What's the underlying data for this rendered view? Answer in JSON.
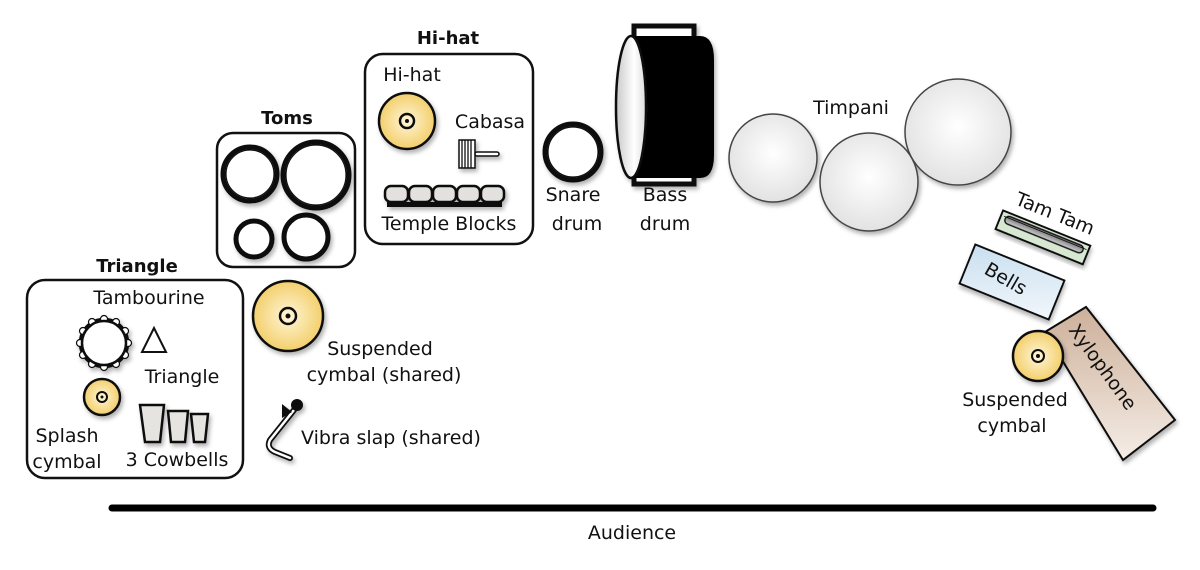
{
  "diagram": {
    "title": "Percussion section stage layout",
    "colors": {
      "cymbal": "#f6d67a",
      "cymbal_light": "#fff4d0",
      "drum_shell": "#000000",
      "timpani": "#f0f0f0",
      "tamtam_frame": "#d6e8d2",
      "bells": "#d8e8f3",
      "xylophone": "#d9c2b0",
      "cowbell": "#e6e4e0",
      "outline": "#111111"
    },
    "groups": {
      "triangle": {
        "title": "Triangle",
        "items": {
          "tambourine": "Tambourine",
          "triangle": "Triangle",
          "splash_line1": "Splash",
          "splash_line2": "cymbal",
          "cowbells": "3 Cowbells"
        }
      },
      "toms": {
        "title": "Toms"
      },
      "hihat": {
        "title": "Hi-hat",
        "items": {
          "hihat": "Hi-hat",
          "cabasa": "Cabasa",
          "temple_blocks": "Temple Blocks"
        }
      }
    },
    "instruments": {
      "suspended_shared_line1": "Suspended",
      "suspended_shared_line2": "cymbal (shared)",
      "vibra_slap": "Vibra slap (shared)",
      "snare_line1": "Snare",
      "snare_line2": "drum",
      "bass_line1": "Bass",
      "bass_line2": "drum",
      "timpani": "Timpani",
      "tam_tam": "Tam Tam",
      "bells": "Bells",
      "xylophone": "Xylophone",
      "suspended_right_line1": "Suspended",
      "suspended_right_line2": "cymbal"
    },
    "audience": "Audience"
  }
}
